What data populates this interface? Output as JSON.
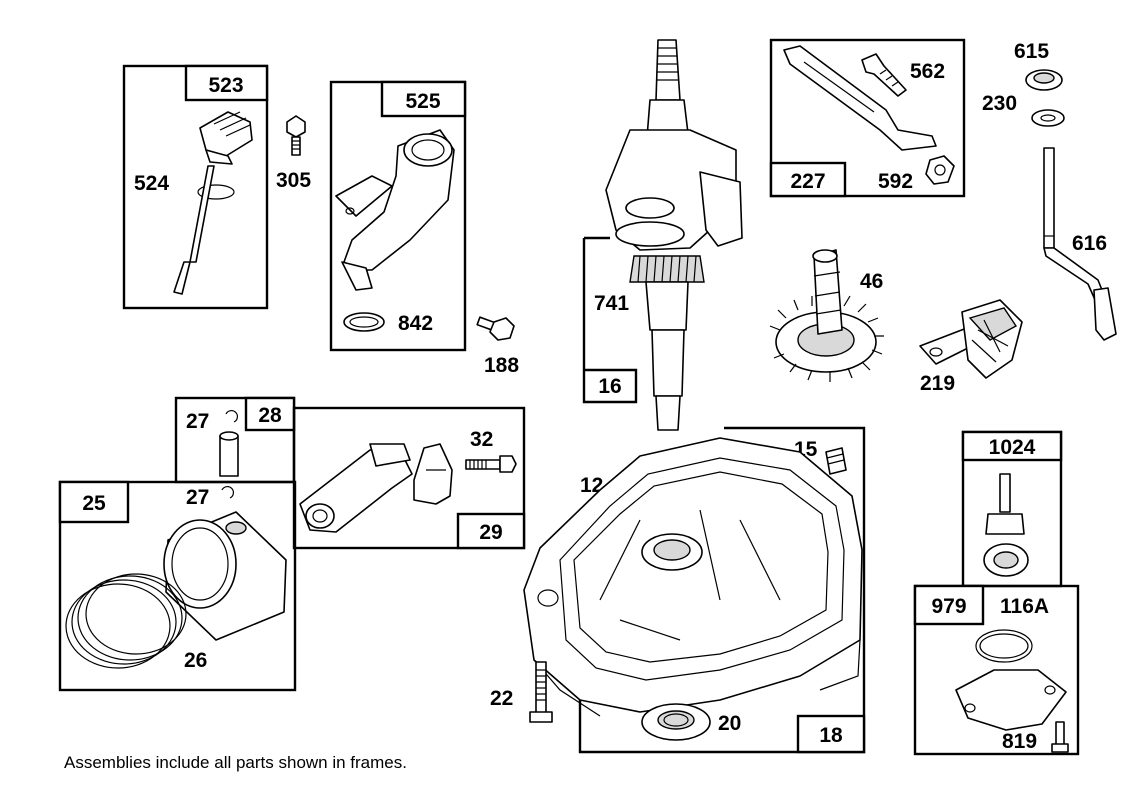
{
  "labels": {
    "p523": "523",
    "p524": "524",
    "p305": "305",
    "p525": "525",
    "p842": "842",
    "p188": "188",
    "p741": "741",
    "p16": "16",
    "p562": "562",
    "p227": "227",
    "p592": "592",
    "p615": "615",
    "p230": "230",
    "p616": "616",
    "p46": "46",
    "p219": "219",
    "p28": "28",
    "p27a": "27",
    "p27b": "27",
    "p32": "32",
    "p29": "29",
    "p25": "25",
    "p26": "26",
    "p12": "12",
    "p15": "15",
    "p22": "22",
    "p20": "20",
    "p18": "18",
    "p1024": "1024",
    "p979": "979",
    "p116A": "116A",
    "p819": "819"
  },
  "footnote": "Assemblies include all parts shown in frames."
}
